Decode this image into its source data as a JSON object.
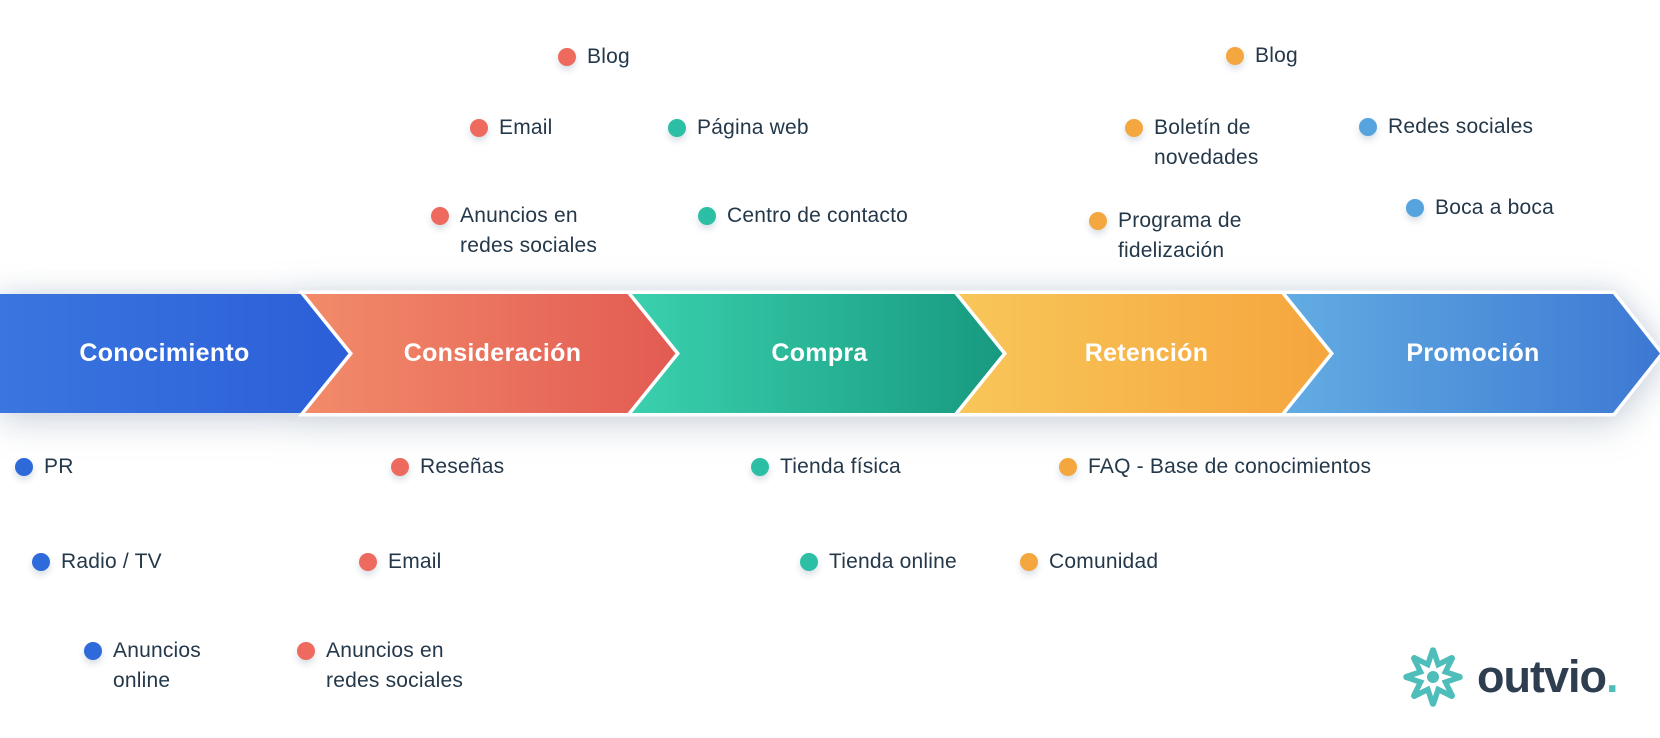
{
  "stages": [
    {
      "label": "Conocimiento",
      "color_start": "#3a76df",
      "color_end": "#2b5ed8"
    },
    {
      "label": "Consideración",
      "color_start": "#f28b6a",
      "color_end": "#e25a52"
    },
    {
      "label": "Compra",
      "color_start": "#3ad0ae",
      "color_end": "#17997f"
    },
    {
      "label": "Retención",
      "color_start": "#f8c659",
      "color_end": "#f5a53d"
    },
    {
      "label": "Promoción",
      "color_start": "#62ace2",
      "color_end": "#3d78d3"
    }
  ],
  "touchpoints_above": [
    {
      "label": "Blog",
      "color": "#ee6a5e",
      "stage": "Consideración"
    },
    {
      "label": "Blog",
      "color": "#f4a73f",
      "stage": "Retención"
    },
    {
      "label": "Email",
      "color": "#ee6a5e",
      "stage": "Consideración"
    },
    {
      "label": "Página web",
      "color": "#2dbfa5",
      "stage": "Compra"
    },
    {
      "label": "Boletín de\nnovedades",
      "color": "#f4a73f",
      "stage": "Retención"
    },
    {
      "label": "Redes sociales",
      "color": "#57a3de",
      "stage": "Promoción"
    },
    {
      "label": "Anuncios en\nredes sociales",
      "color": "#ee6a5e",
      "stage": "Consideración"
    },
    {
      "label": "Centro de contacto",
      "color": "#2dbfa5",
      "stage": "Compra"
    },
    {
      "label": "Programa de\nfidelización",
      "color": "#f4a73f",
      "stage": "Retención"
    },
    {
      "label": "Boca a boca",
      "color": "#57a3de",
      "stage": "Promoción"
    }
  ],
  "touchpoints_below": [
    {
      "label": "PR",
      "color": "#2e6ada",
      "stage": "Conocimiento"
    },
    {
      "label": "Reseñas",
      "color": "#ee6a5e",
      "stage": "Consideración"
    },
    {
      "label": "Tienda física",
      "color": "#2dbfa5",
      "stage": "Compra"
    },
    {
      "label": "FAQ - Base de conocimientos",
      "color": "#f4a73f",
      "stage": "Retención"
    },
    {
      "label": "Radio / TV",
      "color": "#2e6ada",
      "stage": "Conocimiento"
    },
    {
      "label": "Email",
      "color": "#ee6a5e",
      "stage": "Consideración"
    },
    {
      "label": "Tienda online",
      "color": "#2dbfa5",
      "stage": "Compra"
    },
    {
      "label": "Comunidad",
      "color": "#f4a73f",
      "stage": "Retención"
    },
    {
      "label": "Anuncios\nonline",
      "color": "#2e6ada",
      "stage": "Conocimiento"
    },
    {
      "label": "Anuncios en\nredes sociales",
      "color": "#ee6a5e",
      "stage": "Consideración"
    }
  ],
  "logo": {
    "brand": "outvio",
    "period": ".",
    "icon": "starburst-icon",
    "icon_color": "#4fbdb9",
    "text_color": "#2e3e50"
  },
  "accent_colors": {
    "red": "#ee6a5e",
    "teal": "#2dbfa5",
    "orange": "#f4a73f",
    "blue": "#2e6ada",
    "light_blue": "#57a3de",
    "text_dark": "#24384a"
  }
}
